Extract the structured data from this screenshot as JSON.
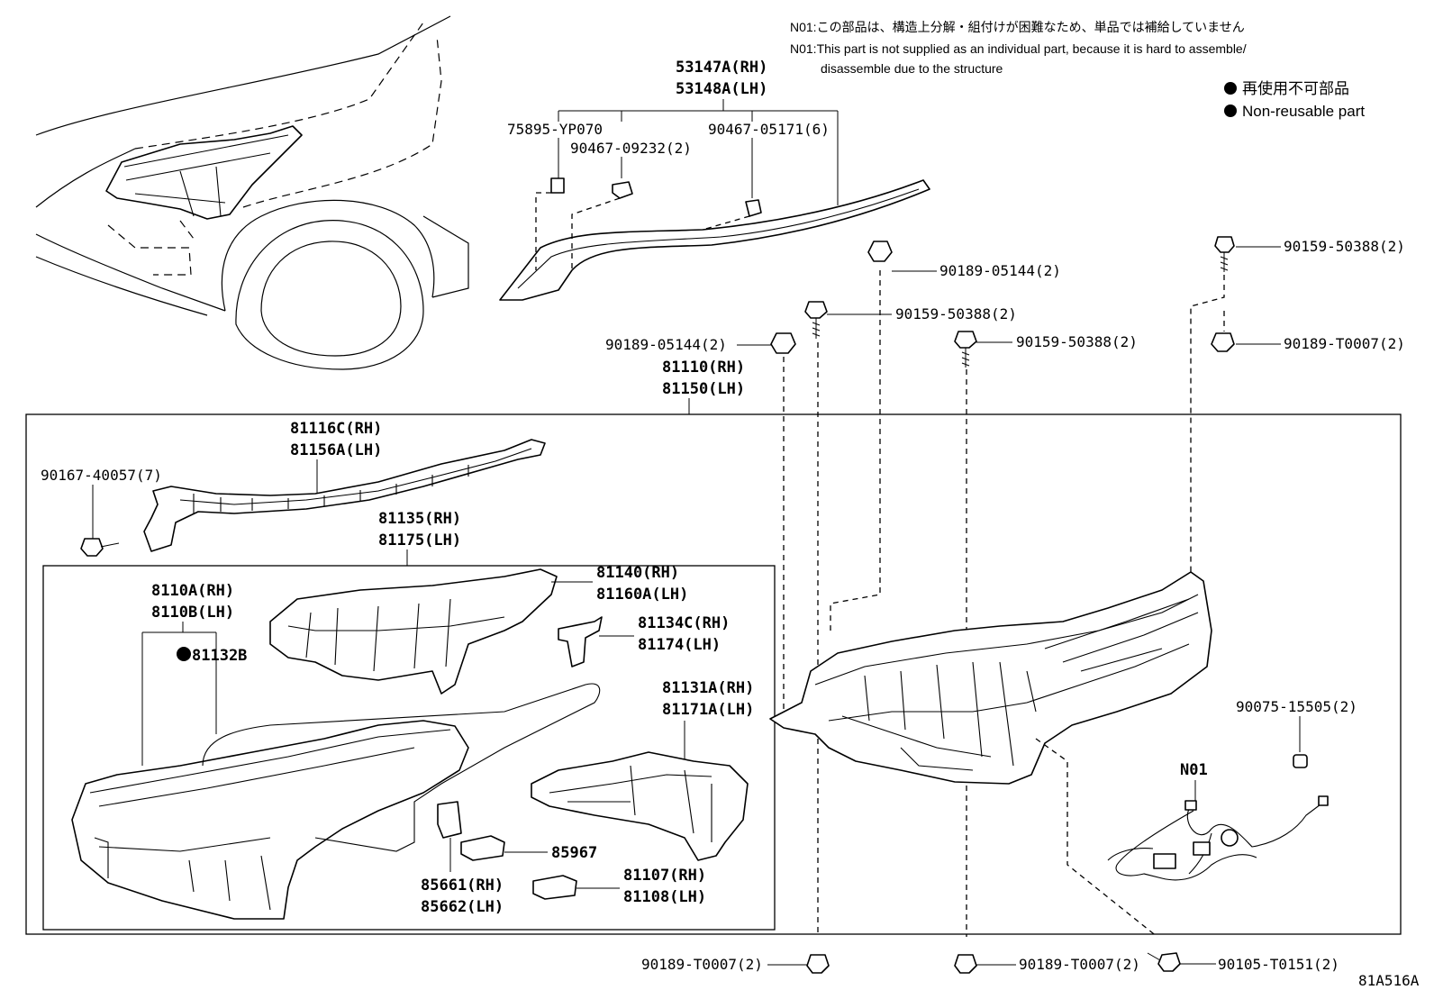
{
  "notes": {
    "n01_jp": "N01:この部品は、構造上分解・組付けが困難なため、単品では補給していません",
    "n01_en_line1": "N01:This part is not supplied as an individual part, because it is hard to assemble/",
    "n01_en_line2": "disassemble due to the structure"
  },
  "legend": {
    "jp": "再使用不可部品",
    "en": "Non-reusable part"
  },
  "labels": {
    "p53147a": "53147A(RH)",
    "p53148a": "53148A(LH)",
    "p75895": "75895-YP070",
    "p90467_09232": "90467-09232(2)",
    "p90467_05171": "90467-05171(6)",
    "p90159_50388_a": "90159-50388(2)",
    "p90189_05144_a": "90189-05144(2)",
    "p90159_50388_b": "90159-50388(2)",
    "p90159_50388_c": "90159-50388(2)",
    "p90189_t0007_a": "90189-T0007(2)",
    "p90189_05144_b": "90189-05144(2)",
    "p81110": "81110(RH)",
    "p81150": "81150(LH)",
    "p81116c": "81116C(RH)",
    "p81156a": "81156A(LH)",
    "p90167": "90167-40057(7)",
    "p81135": "81135(RH)",
    "p81175": "81175(LH)",
    "p8110a": "8110A(RH)",
    "p8110b": "8110B(LH)",
    "p81132b": "81132B",
    "p81140": "81140(RH)",
    "p81160a": "81160A(LH)",
    "p81134c": "81134C(RH)",
    "p81174": "81174(LH)",
    "p81131a": "81131A(RH)",
    "p81171a": "81171A(LH)",
    "p85967": "85967",
    "p85661": "85661(RH)",
    "p85662": "85662(LH)",
    "p81107": "81107(RH)",
    "p81108": "81108(LH)",
    "p90075": "90075-15505(2)",
    "n01_tag": "N01",
    "p90189_t0007_b": "90189-T0007(2)",
    "p90189_t0007_c": "90189-T0007(2)",
    "p90105": "90105-T0151(2)",
    "illustration_code": "81A516A"
  },
  "non_reusable_marked": [
    "81132B"
  ]
}
